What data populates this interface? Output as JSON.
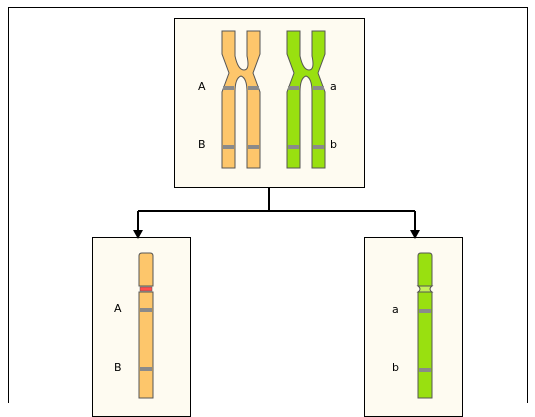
{
  "colors": {
    "orange_fill": "#fdc66b",
    "orange_light": "#fde0a4",
    "green_fill": "#99e010",
    "green_light": "#c4f05a",
    "band": "#8a8a8a",
    "outline": "#555555",
    "centromere_red": "#ff4e4e",
    "panel_bg": "#fefbf1",
    "arrow": "#000000"
  },
  "parent": {
    "labels": {
      "left_top": "A",
      "left_bottom": "B",
      "right_top": "a",
      "right_bottom": "b"
    }
  },
  "child_left": {
    "labels": {
      "top": "A",
      "bottom": "B"
    }
  },
  "child_right": {
    "labels": {
      "top": "a",
      "bottom": "b"
    }
  }
}
